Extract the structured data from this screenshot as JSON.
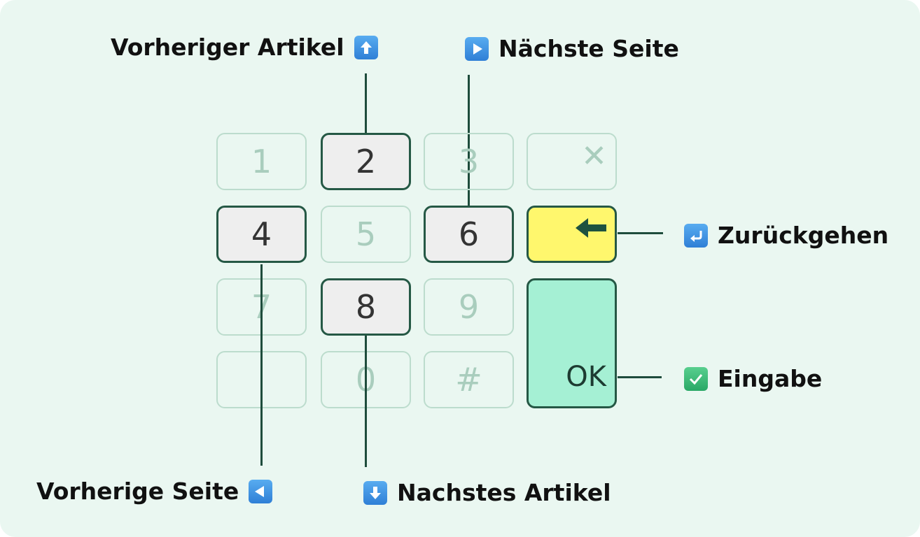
{
  "keypad": {
    "keys": {
      "k1": "1",
      "k2": "2",
      "k3": "3",
      "clear": "✕",
      "k4": "4",
      "k5": "5",
      "k6": "6",
      "k7": "7",
      "k8": "8",
      "k9": "9",
      "k0": "0",
      "hash": "#",
      "ok": "OK"
    },
    "key_icons": {
      "clear": "x-icon",
      "back": "left-arrow-icon"
    },
    "colors": {
      "background": "#eaf7f1",
      "active_key": "#eeeeee",
      "back_key": "#fff76d",
      "ok_key": "#a5f0d4",
      "outline": "#255845",
      "dim_outline": "#bcdccd",
      "dim_text": "#a9cdbd"
    }
  },
  "annotations": {
    "prev_item": {
      "text": "Vorheriger Artikel",
      "icon": "up-arrow-icon"
    },
    "next_page": {
      "text": "Nächste Seite",
      "icon": "play-right-icon"
    },
    "back": {
      "text": "Zurückgehen",
      "icon": "return-arrow-icon"
    },
    "enter": {
      "text": "Eingabe",
      "icon": "check-mark-icon"
    },
    "prev_page": {
      "text": "Vorherige Seite",
      "icon": "play-left-icon"
    },
    "next_item": {
      "text": "Nachstes Artikel",
      "icon": "down-arrow-icon"
    }
  }
}
